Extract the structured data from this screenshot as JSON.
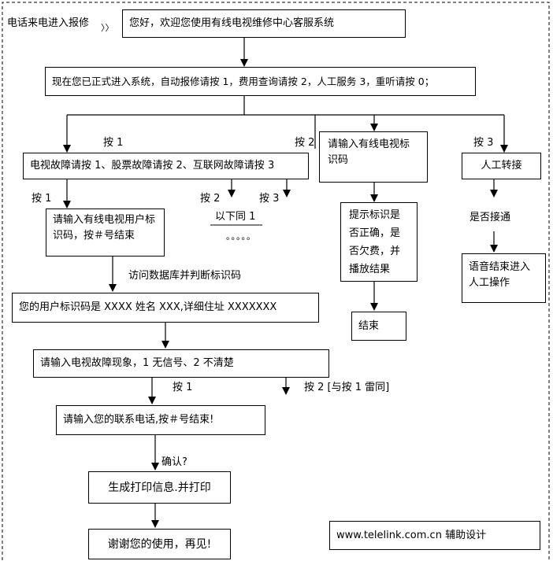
{
  "intro_label": "电话来电进入报修",
  "intro_chevrons": "〉〉",
  "nodes": {
    "welcome": "您好，欢迎您使用有线电视维修中心客服系统",
    "main_menu": "现在您已正式进入系统，自动报修请按 1，费用查询请按 2，人工服务 3，重听请按 0；",
    "fault_menu": "电视故障请按 1、股票故障请按 2、互联网故障请按 3",
    "enter_id_fee": "请输入有线电视标识码",
    "manual_transfer": "人工转接",
    "enter_user_id": "请输入有线电视用户标识码，按＃号结束",
    "id_result": "提示标识是否正确，是否欠费，并播放结果",
    "voice_end": "语音结束进入人工操作",
    "user_info": "您的用户标识码是 XXXX 姓名 XXX,详细住址 XXXXXXX",
    "end": "结束",
    "fault_phenomenon": "请输入电视故障现象，1 无信号、2 不清楚",
    "enter_phone": "请输入您的联系电话,按＃号结束!",
    "print_info": "生成打印信息.并打印",
    "goodbye": "谢谢您的使用，再见!",
    "credit": "www.telelink.com.cn  辅助设计"
  },
  "labels": {
    "press1_fault": "按 1",
    "press2_fee": "按 2",
    "press3_manual": "按 3",
    "press1_tv": "按 1",
    "press2_stock": "按 2",
    "press3_net": "按 3",
    "same_below": "以下同 1",
    "ellipsis": "。。。。。",
    "connected_q": "是否接通",
    "access_db": "访问数据库并判断标识码",
    "press1_signal": "按 1",
    "press2_unclear": "按 2 [与按 1 雷同]",
    "confirm": "确认?"
  }
}
